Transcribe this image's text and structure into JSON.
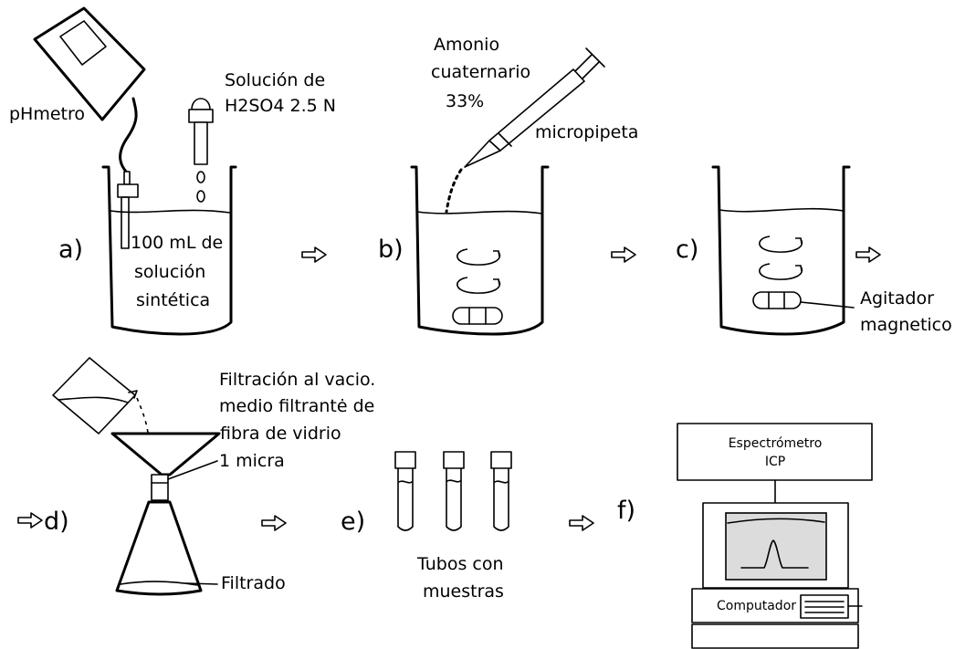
{
  "steps": {
    "a": "a)",
    "b": "b)",
    "c": "c)",
    "d": "d)",
    "e": "e)",
    "f": "f)"
  },
  "labels": {
    "phmetro": "pHmetro",
    "solucion_line1": "Solución de",
    "solucion_line2": "H2SO4  2.5 N",
    "sample_line1": "100 mL de",
    "sample_line2": "solución",
    "sample_line3": "sintética",
    "amonio_line1": "Amonio",
    "amonio_line2": "cuaternario",
    "amonio_line3": "33%",
    "micropipeta": "micropipeta",
    "agitador_line1": "Agitador",
    "agitador_line2": "magnetico",
    "filtracion_line1": "Filtración al vacio.",
    "filtracion_line2": "medio filtrantė de",
    "filtracion_line3": "fibra de vidrio",
    "filtracion_line4": "1 micra",
    "filtrado": "Filtrado",
    "tubos_line1": "Tubos con",
    "tubos_line2": "muestras",
    "espectrometro_line1": "Espectrómetro",
    "espectrometro_line2": "ICP",
    "computador": "Computador"
  },
  "icons": [
    "ph-meter-icon",
    "dropper-icon",
    "beaker-icon",
    "micropipette-icon",
    "stir-bar-icon",
    "funnel-icon",
    "erlenmeyer-flask-icon",
    "test-tube-icon",
    "spectrometer-icon",
    "computer-icon",
    "arrow-right-icon"
  ]
}
